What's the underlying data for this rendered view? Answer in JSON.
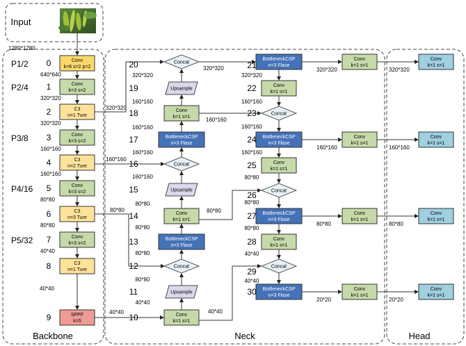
{
  "input": {
    "label": "Input",
    "resolution": "1280*1280",
    "image": "pepper-plant-photo"
  },
  "sections": {
    "backbone": "Backbone",
    "neck": "Neck",
    "head": "Head"
  },
  "colors": {
    "conv_green": "#c6d9a9",
    "c3_yellow": "#fde39a",
    "conv_yellow_stem": "#fcd96b",
    "sppf_red": "#ef9a94",
    "csp_blue": "#4472b8",
    "upsample_purple": "#dcd8ec",
    "concat_fill": "#e8f1f6",
    "head_blue": "#9fcfe0",
    "border": "#333333"
  },
  "backbone": {
    "stages": [
      "P1/2",
      "P2/4",
      "P3/8",
      "P4/16",
      "P5/32"
    ],
    "layers": [
      {
        "idx": "0",
        "type": "Conv",
        "params": "k=6 s=2 p=2",
        "out": "640*640"
      },
      {
        "idx": "1",
        "type": "Conv",
        "params": "k=3 s=2",
        "out": "320*320"
      },
      {
        "idx": "2",
        "type": "C3",
        "params": "n=1 Ture",
        "out": "320*320"
      },
      {
        "idx": "3",
        "type": "Conv",
        "params": "k=3 s=2",
        "out": "160*160"
      },
      {
        "idx": "4",
        "type": "C3",
        "params": "n=2 Ture",
        "out": "160*160"
      },
      {
        "idx": "5",
        "type": "Conv",
        "params": "k=3 s=2",
        "out": "80*80"
      },
      {
        "idx": "6",
        "type": "C3",
        "params": "n=3 Ture",
        "out": "80*80"
      },
      {
        "idx": "7",
        "type": "Conv",
        "params": "k=3 s=2",
        "out": "40*40"
      },
      {
        "idx": "8",
        "type": "C3",
        "params": "n=1 Ture",
        "out": "40*40"
      },
      {
        "idx": "9",
        "type": "SPPF",
        "params": "k=5",
        "out": ""
      }
    ],
    "skip_labels": {
      "l2": "320*320",
      "l4": "160*160",
      "l6": "80*80",
      "l9": "40*40"
    }
  },
  "neck": {
    "layers": [
      {
        "idx": "10",
        "type": "Conv",
        "params": "k=1 s=1",
        "in": "40*40"
      },
      {
        "idx": "11",
        "type": "Upsample",
        "params": "",
        "in": "40*40"
      },
      {
        "idx": "12",
        "type": "Concat",
        "params": "",
        "in": "80*80"
      },
      {
        "idx": "13",
        "type": "BottleneckCSP",
        "params": "n=3 Flase",
        "in": "80*80"
      },
      {
        "idx": "14",
        "type": "Conv",
        "params": "k=1 s=1",
        "in": "80*80"
      },
      {
        "idx": "15",
        "type": "Upsample",
        "params": "",
        "in": "80*80"
      },
      {
        "idx": "16",
        "type": "Concat",
        "params": "",
        "in": "160*160"
      },
      {
        "idx": "17",
        "type": "BottleneckCSP",
        "params": "n=3 Flase",
        "in": "160*160"
      },
      {
        "idx": "18",
        "type": "Conv",
        "params": "k=1 s=1",
        "in": "160*160"
      },
      {
        "idx": "19",
        "type": "Upsample",
        "params": "",
        "in": "160*160"
      },
      {
        "idx": "20",
        "type": "Concat",
        "params": "",
        "in": "320*320"
      },
      {
        "idx": "21",
        "type": "BottleneckCSP",
        "params": "n=3 Flase",
        "in": "320*320"
      },
      {
        "idx": "22",
        "type": "Conv",
        "params": "k=1 s=1",
        "in": "320*320"
      },
      {
        "idx": "23",
        "type": "Concat",
        "params": "",
        "in": "160*160"
      },
      {
        "idx": "24",
        "type": "BottleneckCSP",
        "params": "n=3 Flase",
        "in": "160*160"
      },
      {
        "idx": "25",
        "type": "Conv",
        "params": "k=1 s=1",
        "in": "160*160"
      },
      {
        "idx": "26",
        "type": "Concat",
        "params": "",
        "in": "80*80"
      },
      {
        "idx": "27",
        "type": "BottleneckCSP",
        "params": "n=3 Flase",
        "in": "80*80"
      },
      {
        "idx": "28",
        "type": "Conv",
        "params": "k=1 s=1",
        "in": "80*80"
      },
      {
        "idx": "29",
        "type": "Concat",
        "params": "",
        "in": "40*40"
      },
      {
        "idx": "30",
        "type": "BottleneckCSP",
        "params": "n=3 Flase",
        "in": "40*40"
      }
    ],
    "side_labels": {
      "l10_out": "40*40",
      "l14_out": "80*80",
      "l18_out": "160*160",
      "l20_out": "320*320"
    },
    "out_convs": [
      {
        "type": "Conv",
        "params": "k=1 s=1",
        "out": "320*320"
      },
      {
        "type": "Conv",
        "params": "k=1 s=1",
        "out": "160*160"
      },
      {
        "type": "Conv",
        "params": "k=1 s=1",
        "out": "80*80"
      },
      {
        "type": "Conv",
        "params": "k=1 s=1",
        "out": "20*20"
      }
    ]
  },
  "head": {
    "convs": [
      {
        "type": "Conv",
        "params": "k=1 s=1",
        "in": "320*320"
      },
      {
        "type": "Conv",
        "params": "k=1 s=1",
        "in": "160*160"
      },
      {
        "type": "Conv",
        "params": "k=1 s=1",
        "in": "80*80"
      },
      {
        "type": "Conv",
        "params": "k=1 s=1",
        "in": "20*20"
      }
    ]
  }
}
